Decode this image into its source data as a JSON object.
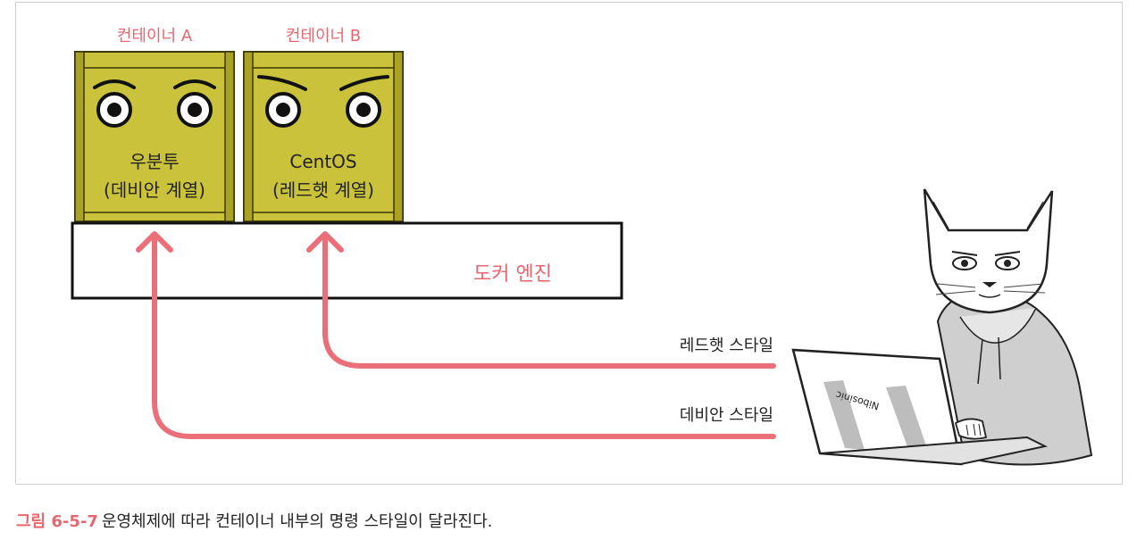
{
  "containers": [
    {
      "label": "컨테이너 A",
      "line1": "우분투",
      "line2": "(데비안 계열)"
    },
    {
      "label": "컨테이너 B",
      "line1": "CentOS",
      "line2": "(레드햇 계열)"
    }
  ],
  "engine": {
    "label": "도커 엔진"
  },
  "arrows": [
    {
      "label": "레드햇 스타일"
    },
    {
      "label": "데비안 스타일"
    }
  ],
  "laptop": {
    "brand": "Nibosinic"
  },
  "caption": {
    "number": "그림 6-5-7",
    "text": "운영체제에 따라 컨테이너 내부의 명령 스타일이 달라진다."
  },
  "colors": {
    "accent": "#e8676f",
    "box_fill": "#c9c23a",
    "box_stroke": "#6e6a12",
    "frame": "#cfcfcf"
  }
}
